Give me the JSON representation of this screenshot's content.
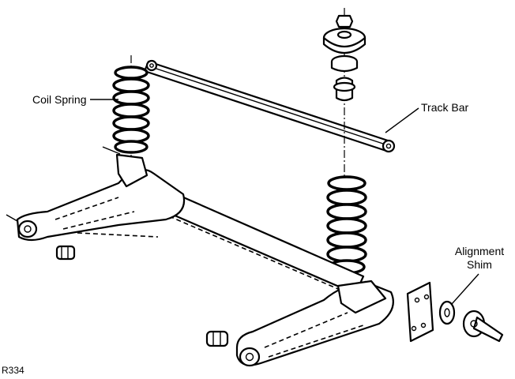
{
  "labels": {
    "coil_spring": "Coil Spring",
    "track_bar": "Track Bar",
    "alignment_shim_line1": "Alignment",
    "alignment_shim_line2": "Shim",
    "figure_ref": "R334"
  }
}
